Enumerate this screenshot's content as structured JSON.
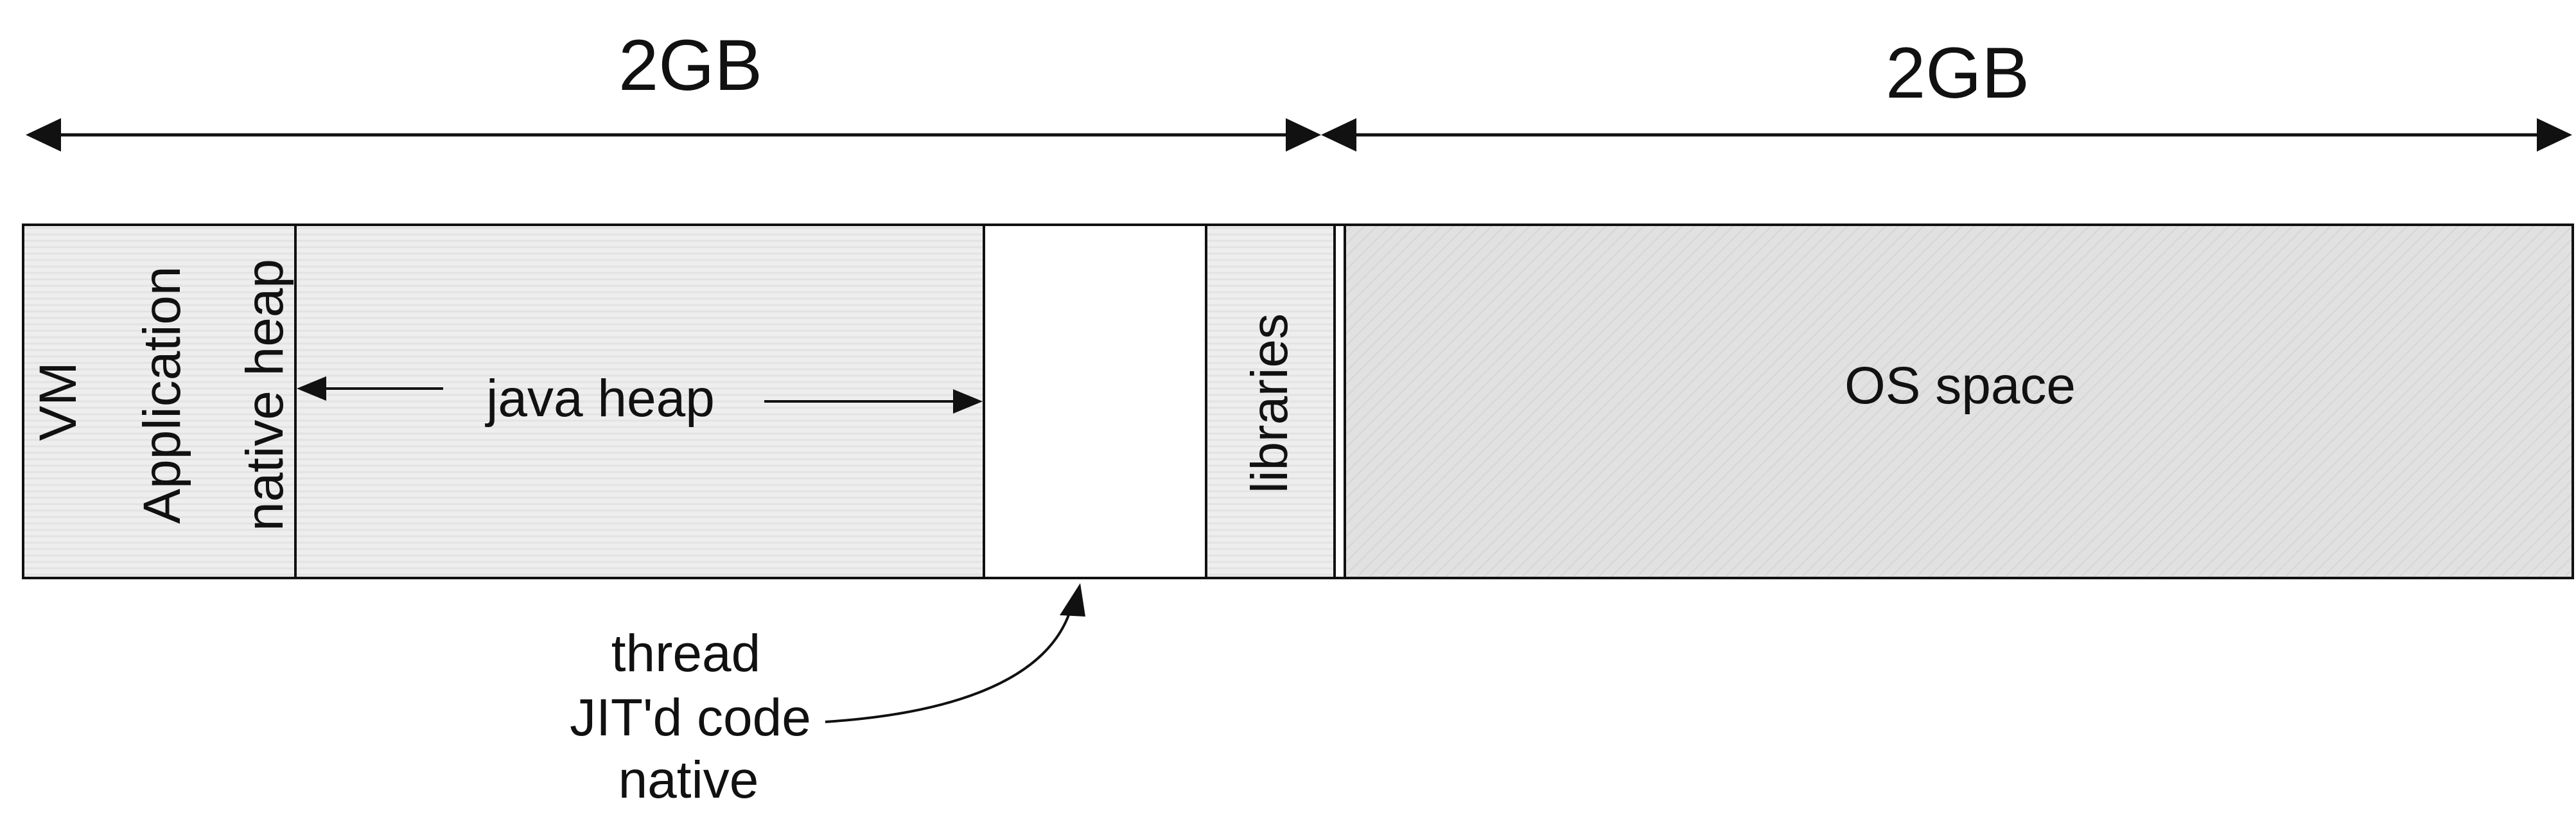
{
  "sizes": {
    "user_space": "2GB",
    "os_space": "2GB"
  },
  "segments": {
    "native_heap": {
      "lines": [
        "VM",
        "Application",
        "native heap"
      ]
    },
    "java_heap": {
      "label": "java heap"
    },
    "libraries": {
      "label": "libraries"
    },
    "os_space": {
      "label": "OS space"
    }
  },
  "callout": {
    "lines": [
      "thread",
      "JIT'd code",
      "native"
    ]
  },
  "colors": {
    "outline": "#111111",
    "user_fill": "#eeeeee",
    "os_fill": "#e1e1e1",
    "empty_fill": "#ffffff"
  }
}
